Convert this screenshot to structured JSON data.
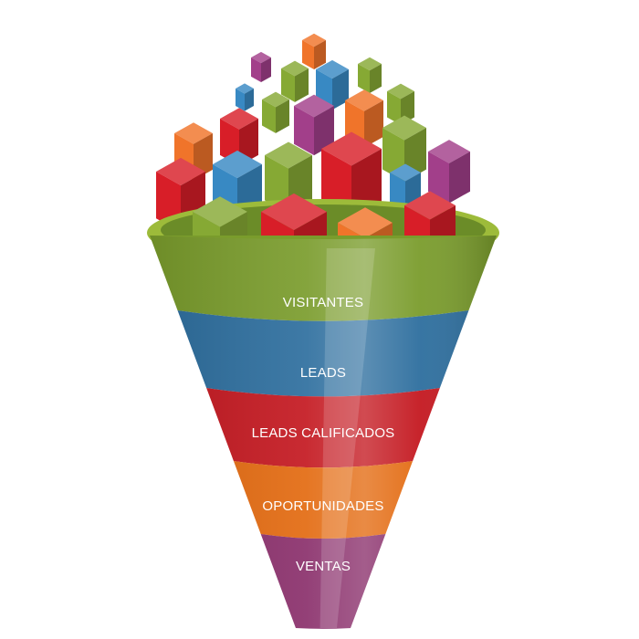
{
  "funnel": {
    "stages": [
      {
        "label": "VISITANTES",
        "color": "#7a9c2c"
      },
      {
        "label": "LEADS",
        "color": "#2d6e9e"
      },
      {
        "label": "LEADS CALIFICADOS",
        "color": "#c41820"
      },
      {
        "label": "OPORTUNIDADES",
        "color": "#e36a10"
      },
      {
        "label": "VENTAS",
        "color": "#8a2f6b"
      }
    ],
    "rim_color": "#9dbb3a",
    "inner_color": "#6b8c28"
  },
  "cubes": {
    "palette": {
      "green": "#86a934",
      "blue": "#3889c3",
      "red": "#d81e28",
      "orange": "#f0742a",
      "purple": "#a23f8a"
    }
  }
}
